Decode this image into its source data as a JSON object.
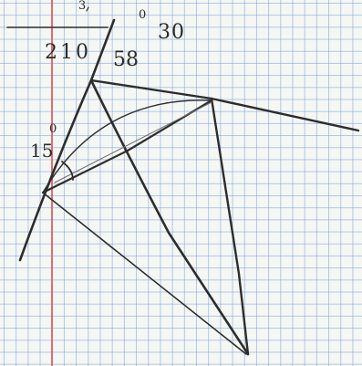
{
  "labels": {
    "top_mark": "3",
    "angle_top_left": "210",
    "angle_top_mid": "58",
    "angle_top_right": "30",
    "angle_top_mid_degree": "0",
    "angle_left": "15",
    "angle_left_degree": "0"
  },
  "colors": {
    "paper": "#f5f7f4",
    "grid": "#78a0d2",
    "margin_line": "#e8585a",
    "pencil": "#2d2d2d"
  }
}
